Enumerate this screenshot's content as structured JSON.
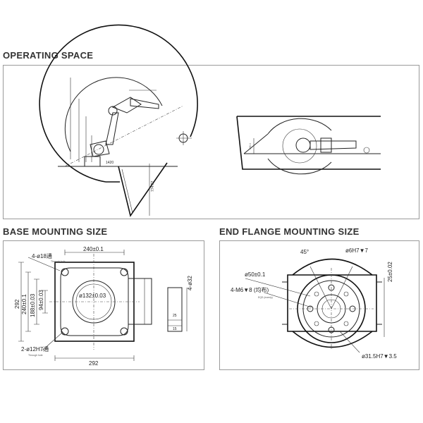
{
  "sections": {
    "operating_space": "OPERATING SPACE",
    "base_mounting": "BASE MOUNTING SIZE",
    "end_flange": "END FLANGE MOUNTING SIZE"
  },
  "operating_space": {
    "reach_label": "1420",
    "dim_774": "774.72",
    "dim_side_2": "366.4"
  },
  "base": {
    "dim_240_top": "240±0.1",
    "dim_4_hole": "4-ø18通",
    "dim_4_hole_sub": "Through hole",
    "dim_292_left": "292",
    "dim_240_left": "240±0.1",
    "dim_188": "188±0.03",
    "dim_94": "94±0.03",
    "dim_132": "ø132±0.03",
    "dim_2_pin": "2-ø12H7通",
    "dim_2_pin_sub": "Through hole",
    "dim_292_bottom": "292",
    "dim_32": "4-ø32",
    "dim_25": "25",
    "dim_15": "15"
  },
  "flange": {
    "dim_45": "45°",
    "dim_6h7": "ø6H7▼7",
    "dim_50": "ø50±0.1",
    "dim_m6": "4-M6▼8 (均布)",
    "dim_m6_sub": "EQS (evenly)",
    "dim_25": "25±0.02",
    "dim_315": "ø31.5H7▼3.5"
  }
}
